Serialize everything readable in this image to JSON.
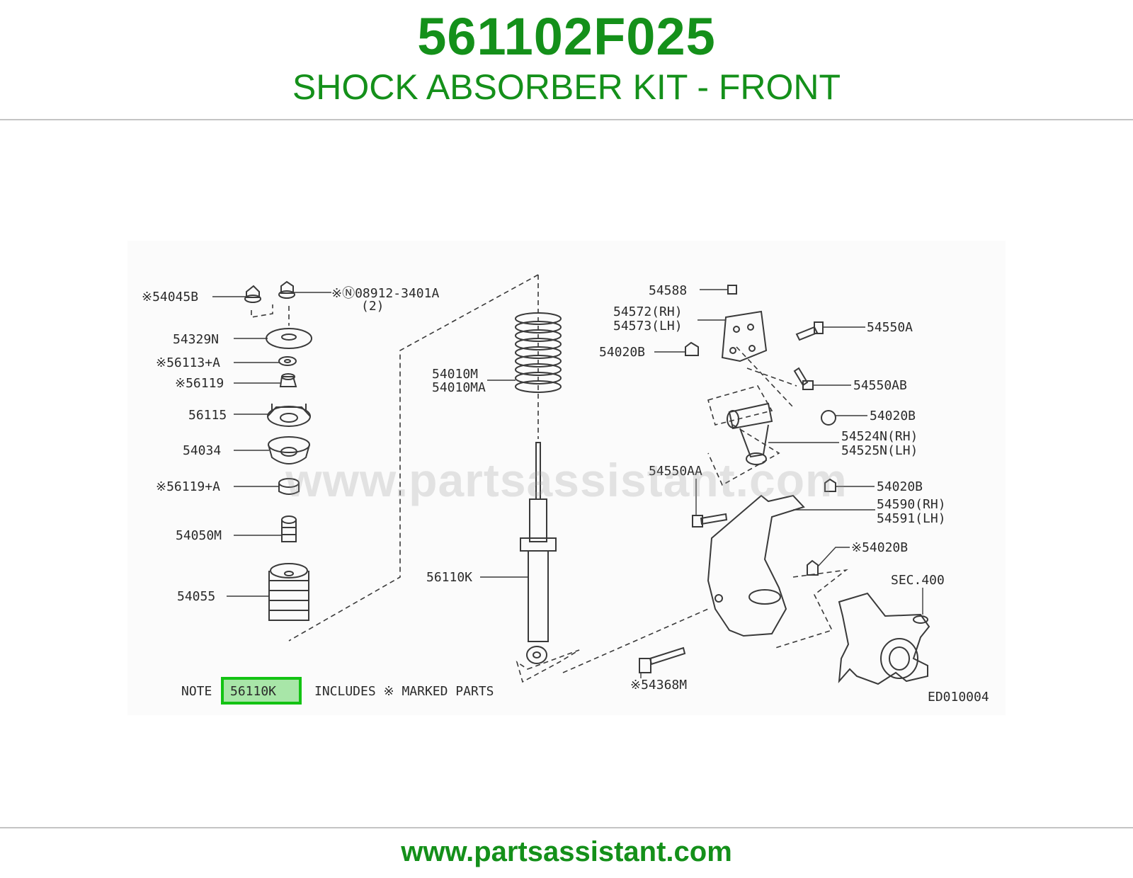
{
  "header": {
    "part_number": "561102F025",
    "description": "SHOCK ABSORBER KIT - FRONT"
  },
  "footer": {
    "url": "www.partsassistant.com"
  },
  "watermark": "www.partsassistant.com",
  "diagram": {
    "code": "ED010004",
    "note": {
      "prefix": "NOTE",
      "highlighted_part": "56110K",
      "suffix": "INCLUDES ※ MARKED PARTS"
    },
    "callouts": {
      "c54045b": "※54045B",
      "c08912": "※Ⓝ08912-3401A",
      "c08912_qty": "(2)",
      "c54329n": "54329N",
      "c56113a": "※56113+A",
      "c56119": "※56119",
      "c56115": "56115",
      "c54034": "54034",
      "c56119a": "※56119+A",
      "c54050m": "54050M",
      "c54055": "54055",
      "c54010m": "54010M",
      "c54010ma": "54010MA",
      "c56110k": "56110K",
      "c54588": "54588",
      "c54572": "54572(RH)",
      "c54573": "54573(LH)",
      "c54550a": "54550A",
      "c54020b_1": "54020B",
      "c54550ab": "54550AB",
      "c54020b_2": "54020B",
      "c54524n": "54524N(RH)",
      "c54525n": "54525N(LH)",
      "c54550aa": "54550AA",
      "c54020b_3": "54020B",
      "c54590": "54590(RH)",
      "c54591": "54591(LH)",
      "c54020b_4": "※54020B",
      "sec400": "SEC.400",
      "c54368m": "※54368M"
    }
  },
  "colors": {
    "accent": "#14901a",
    "highlight_fill": "#a8e6a8",
    "highlight_border": "#13c313"
  }
}
